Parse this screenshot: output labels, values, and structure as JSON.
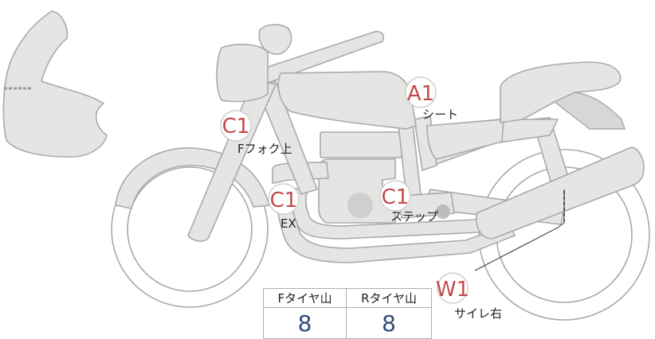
{
  "markers": [
    {
      "code": "C1",
      "label": "Fフォク上"
    },
    {
      "code": "A1",
      "label": "シート"
    },
    {
      "code": "C1",
      "label": "EX"
    },
    {
      "code": "C1",
      "label": "ステップ"
    },
    {
      "code": "W1",
      "label": "サイレ右"
    }
  ],
  "tread_table": {
    "front_header": "Fタイヤ山",
    "rear_header": "Rタイヤ山",
    "front_value": "8",
    "rear_value": "8"
  }
}
